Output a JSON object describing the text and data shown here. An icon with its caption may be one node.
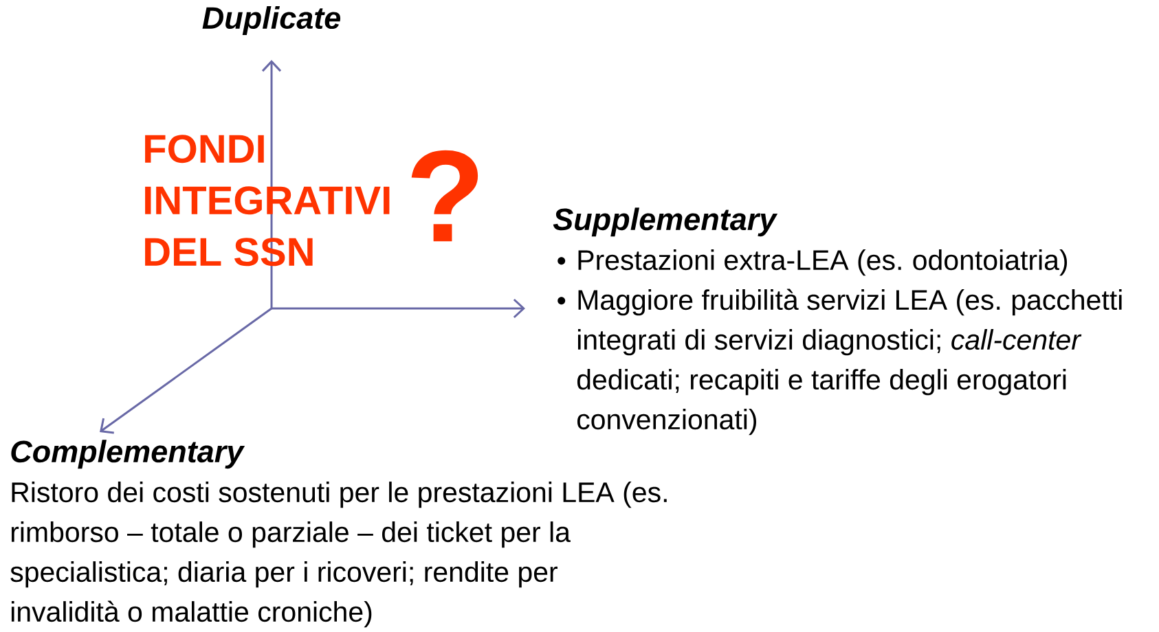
{
  "diagram": {
    "nodes": [
      {
        "text": [
          "Duplicate"
        ]
      },
      {
        "text": [
          "Supplementary",
          "Prestazioni extra-LEA (es. odontoiatria)",
          "Maggiore fruibilità servizi LEA (es. pacchetti integrati di servizi diagnostici; *call-center* dedicati; recapiti e tariffe degli erogatori convenzionati)"
        ]
      },
      {
        "text": [
          "Complementary",
          "Ristoro dei costi sostenuti per le prestazioni LEA (es. rimborso – totale o parziale – dei ticket per la specialistica; diaria per i ricoveri; rendite per invalidità o malattie croniche)"
        ]
      }
    ],
    "edges": [
      {
        "from": null,
        "to": 0,
        "arrow": "to"
      },
      {
        "from": null,
        "to": 1,
        "arrow": "to"
      },
      {
        "from": null,
        "to": 2,
        "arrow": "to"
      }
    ],
    "labels": [
      "FONDI INTEGRATIVI DEL SSN",
      "?"
    ]
  }
}
